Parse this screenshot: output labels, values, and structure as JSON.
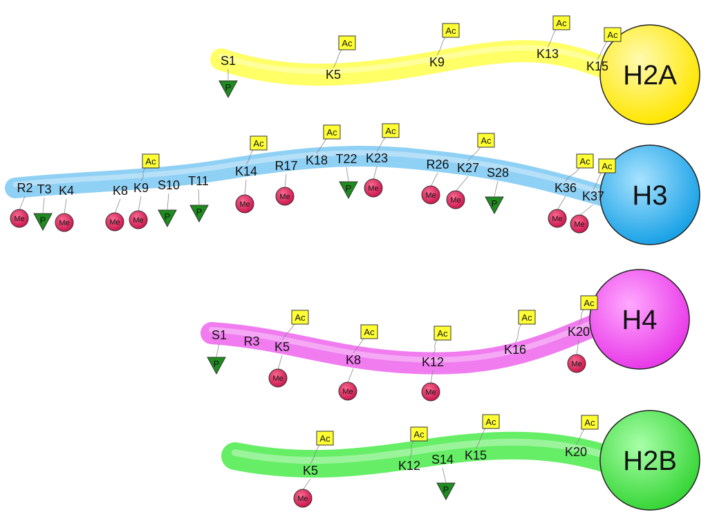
{
  "marks": {
    "ac": "Ac",
    "me": "Me",
    "p": "P"
  },
  "histones": [
    {
      "id": "h2a",
      "name": "H2A",
      "color": "#ffff66",
      "core_color": "#ffef2a",
      "sites": [
        {
          "label": "S1",
          "mods": [
            "p"
          ]
        },
        {
          "label": "K5",
          "mods": [
            "ac"
          ]
        },
        {
          "label": "K9",
          "mods": [
            "ac"
          ]
        },
        {
          "label": "K13",
          "mods": [
            "ac"
          ]
        },
        {
          "label": "K15",
          "mods": [
            "ac"
          ]
        }
      ]
    },
    {
      "id": "h3",
      "name": "H3",
      "color": "#8fd0f5",
      "core_color": "#29a9e8",
      "sites": [
        {
          "label": "R2",
          "mods": [
            "me"
          ]
        },
        {
          "label": "T3",
          "mods": [
            "p"
          ]
        },
        {
          "label": "K4",
          "mods": [
            "me"
          ]
        },
        {
          "label": "K8",
          "mods": [
            "me"
          ]
        },
        {
          "label": "K9",
          "mods": [
            "ac",
            "me"
          ]
        },
        {
          "label": "S10",
          "mods": [
            "p"
          ]
        },
        {
          "label": "T11",
          "mods": [
            "p"
          ]
        },
        {
          "label": "K14",
          "mods": [
            "ac",
            "me"
          ]
        },
        {
          "label": "R17",
          "mods": [
            "me"
          ]
        },
        {
          "label": "K18",
          "mods": [
            "ac"
          ]
        },
        {
          "label": "T22",
          "mods": [
            "p"
          ]
        },
        {
          "label": "K23",
          "mods": [
            "ac",
            "me"
          ]
        },
        {
          "label": "R26",
          "mods": [
            "me"
          ]
        },
        {
          "label": "K27",
          "mods": [
            "ac",
            "me"
          ]
        },
        {
          "label": "S28",
          "mods": [
            "p"
          ]
        },
        {
          "label": "K36",
          "mods": [
            "ac",
            "me"
          ]
        },
        {
          "label": "K37",
          "mods": [
            "ac",
            "me"
          ]
        }
      ]
    },
    {
      "id": "h4",
      "name": "H4",
      "color": "#f07cf0",
      "core_color": "#ee44ee",
      "sites": [
        {
          "label": "S1",
          "mods": [
            "p"
          ]
        },
        {
          "label": "R3",
          "mods": []
        },
        {
          "label": "K5",
          "mods": [
            "ac",
            "me"
          ]
        },
        {
          "label": "K8",
          "mods": [
            "ac",
            "me"
          ]
        },
        {
          "label": "K12",
          "mods": [
            "ac",
            "me"
          ]
        },
        {
          "label": "K16",
          "mods": [
            "ac"
          ]
        },
        {
          "label": "K20",
          "mods": [
            "ac",
            "me"
          ]
        }
      ]
    },
    {
      "id": "h2b",
      "name": "H2B",
      "color": "#66ee66",
      "core_color": "#44dd44",
      "sites": [
        {
          "label": "K5",
          "mods": [
            "ac",
            "me"
          ]
        },
        {
          "label": "K12",
          "mods": [
            "ac"
          ]
        },
        {
          "label": "S14",
          "mods": [
            "p"
          ]
        },
        {
          "label": "K15",
          "mods": [
            "ac"
          ]
        },
        {
          "label": "K20",
          "mods": [
            "ac"
          ]
        }
      ]
    }
  ],
  "colors": {
    "ac_fill": "#ffff33",
    "me_fill": "#e0205a",
    "p_fill": "#1e8c1e",
    "outline": "#333333"
  }
}
